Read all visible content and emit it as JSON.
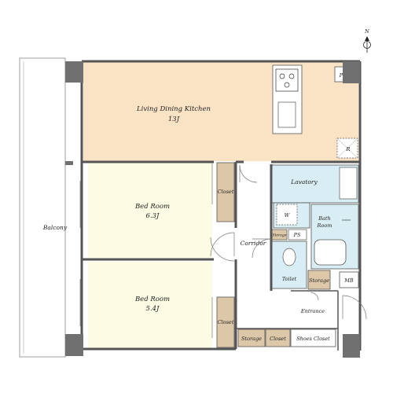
{
  "compass": {
    "label": "N"
  },
  "rooms": {
    "ldk": {
      "name": "Living Dining Kitchen",
      "size": "13J"
    },
    "bed1": {
      "name": "Bed Room",
      "size": "6.3J"
    },
    "bed2": {
      "name": "Bed Room",
      "size": "5.4J"
    },
    "balcony": "Balcony",
    "corridor": "Corridor",
    "lavatory": "Lavatory",
    "bath": {
      "line1": "Bath",
      "line2": "Room"
    },
    "toilet": "Toilet",
    "entrance": "Entrance",
    "closet_upper": "Closet",
    "closet_lower": "Closet",
    "storage_small": "Storage",
    "storage_right": "Storage",
    "storage_bottom": "Storage",
    "closet_bottom": "Closet",
    "shoes_closet": "Shoes Closet",
    "ps_top": "PS",
    "ps_mid": "PS",
    "mb": "MB",
    "washer": "W",
    "fridge": "R"
  },
  "colors": {
    "ldk": "#f9e3c4",
    "bedroom": "#fcfbe3",
    "wet": "#d9eef4",
    "closet": "#dcc8a8",
    "wall": "#555555",
    "column": "#707070"
  }
}
